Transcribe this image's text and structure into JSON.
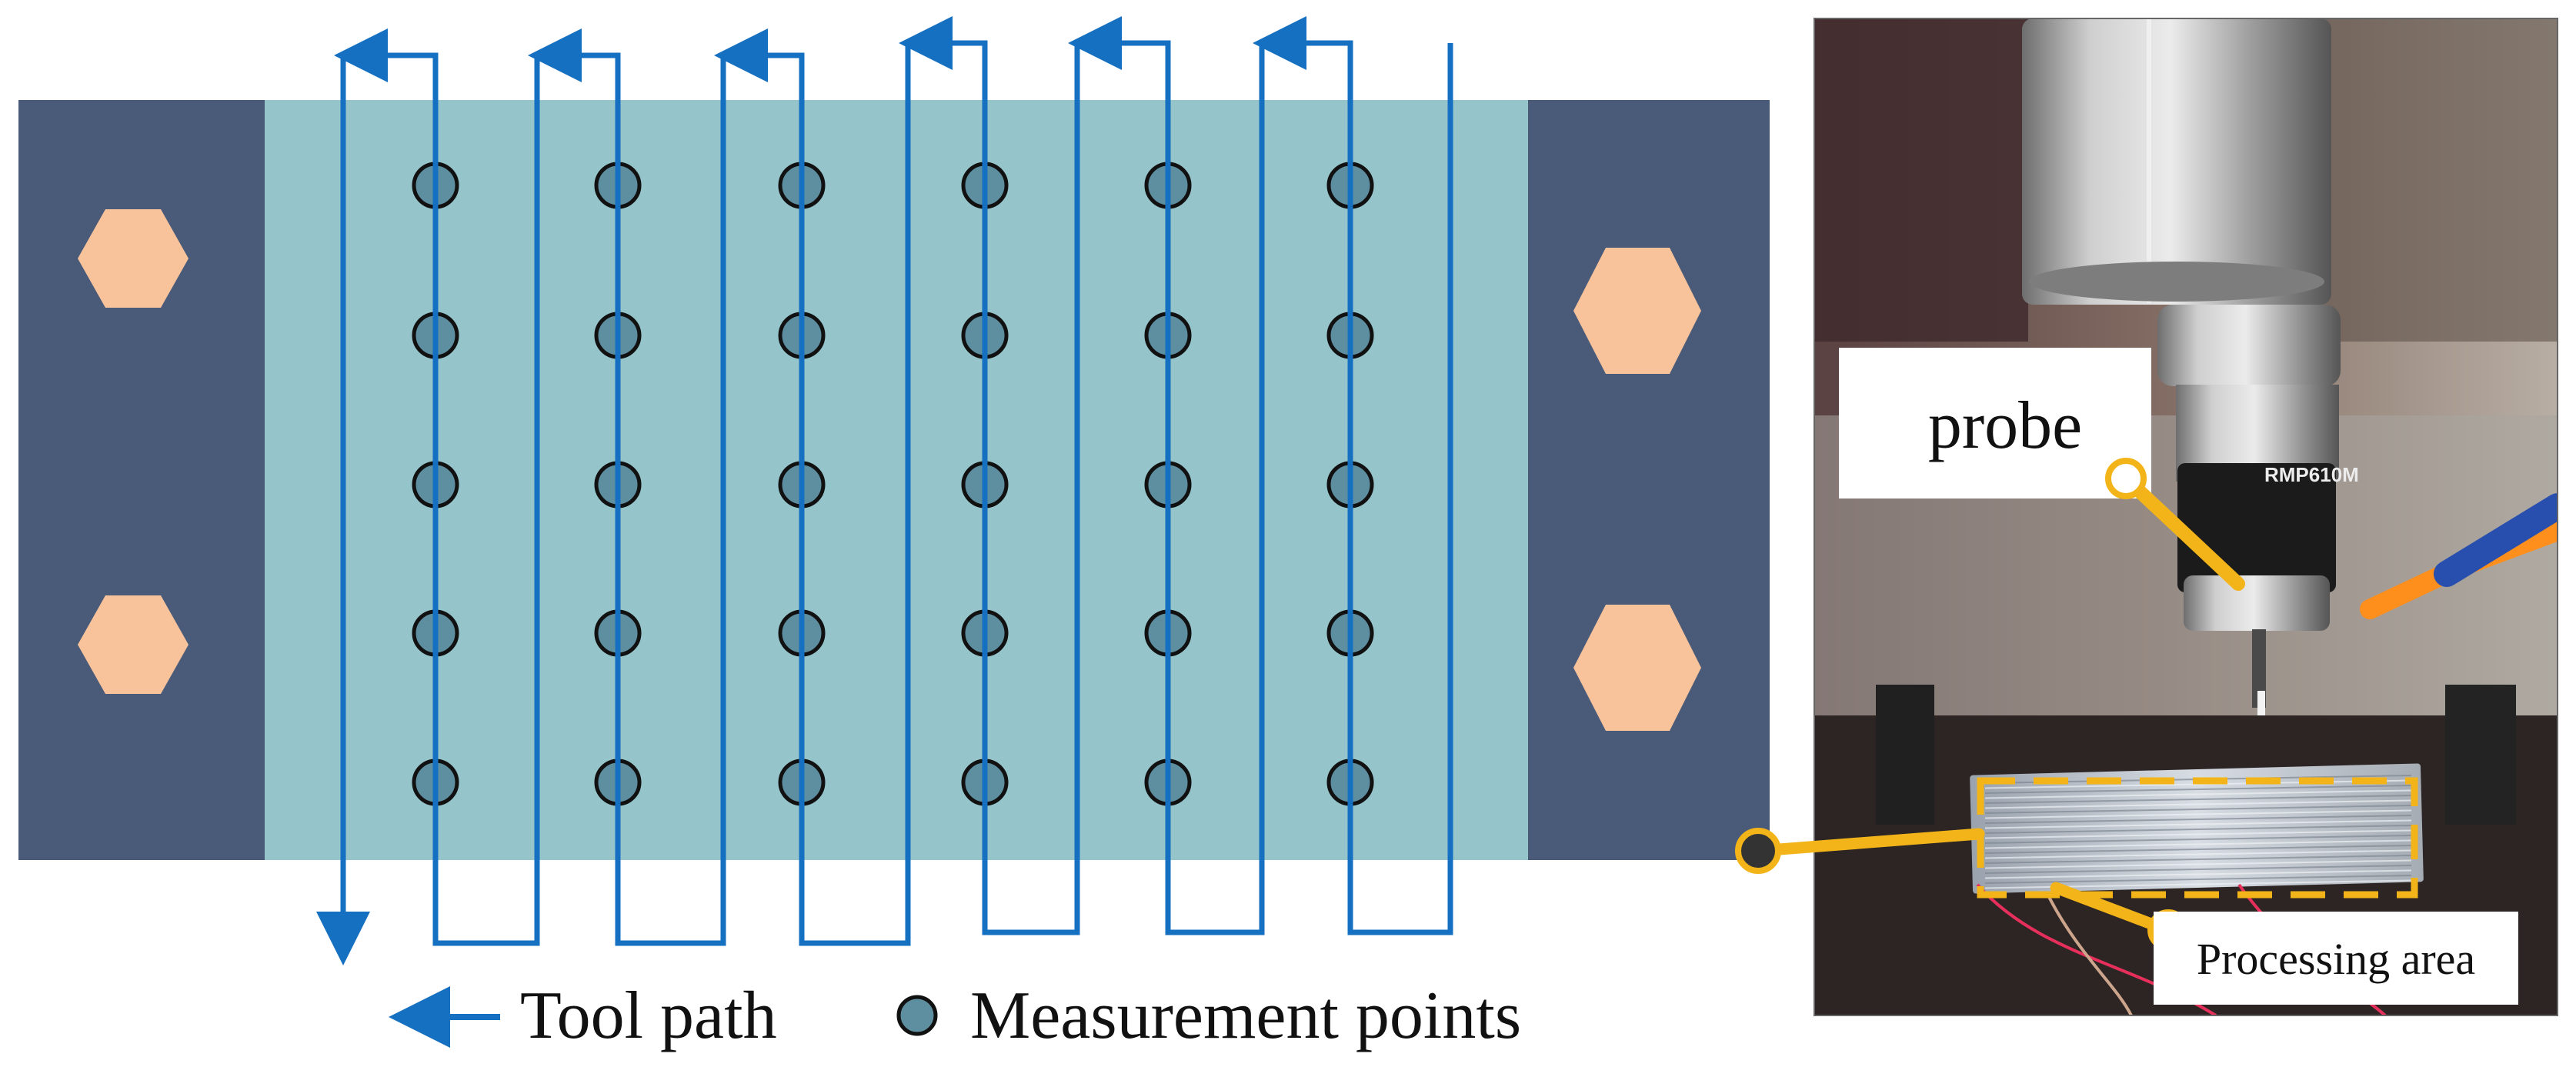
{
  "diagram": {
    "legend": {
      "tool_path_label": "Tool path",
      "measurement_points_label": "Measurement points"
    },
    "photo": {
      "probe_label": "probe",
      "processing_area_label": "Processing area",
      "probe_model_text": "RMP610M"
    },
    "measurement_grid": {
      "rows": 5,
      "columns": 6
    },
    "tool_path": {
      "passes": 6
    },
    "colors": {
      "fixture": "#4a5b7a",
      "workpiece": "#95c5cb",
      "bolt": "#f8c29a",
      "tool_path": "#1570c2",
      "measurement_point_fill": "#5e8fa1",
      "measurement_point_stroke": "#111111",
      "callout": "#f2b418"
    }
  }
}
